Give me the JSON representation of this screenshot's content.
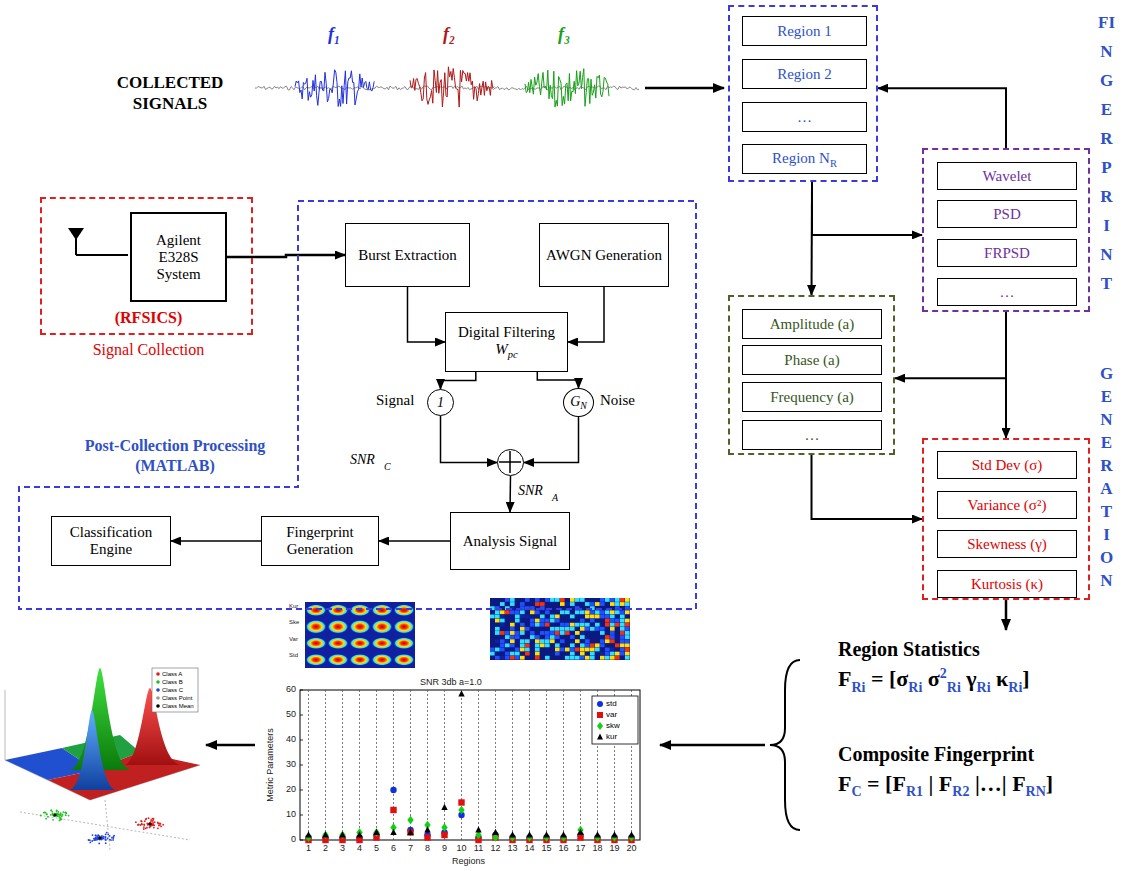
{
  "diagram": {
    "nodes": [
      {
        "text": []
      },
      {
        "text": [
          "Region 1"
        ],
        "in": 0
      },
      {
        "text": [
          "Region 2"
        ],
        "in": 0
      },
      {
        "text": [
          "…"
        ],
        "in": 0
      },
      {
        "text": [
          "Region N",
          "R"
        ],
        "in": 0
      },
      {
        "text": []
      },
      {
        "text": [
          "Wavelet"
        ],
        "in": 5
      },
      {
        "text": [
          "PSD"
        ],
        "in": 5
      },
      {
        "text": [
          "FRPSD"
        ],
        "in": 5
      },
      {
        "text": [
          "…"
        ],
        "in": 5
      },
      {
        "text": [
          "(RFSICS)",
          "Signal Collection"
        ]
      },
      {
        "text": [
          "Agilent E328S System"
        ],
        "in": 10
      },
      {
        "text": [
          "Post-Collection Processing (MATLAB)"
        ]
      },
      {
        "text": [
          "Burst Extraction"
        ],
        "in": 12
      },
      {
        "text": [
          "AWGN Generation"
        ],
        "in": 12
      },
      {
        "text": [
          "Digital Filtering",
          "W",
          "pc"
        ],
        "in": 12
      },
      {
        "text": [
          "1"
        ],
        "in": 12
      },
      {
        "text": [
          "G",
          "N"
        ],
        "in": 12
      },
      {
        "text": [],
        "in": 12
      },
      {
        "text": [
          "Analysis Signal"
        ],
        "in": 12
      },
      {
        "text": [
          "Fingerprint Generation"
        ],
        "in": 12
      },
      {
        "text": [
          "Classification Engine"
        ],
        "in": 12
      },
      {
        "text": []
      },
      {
        "text": [
          "Amplitude (a)"
        ],
        "in": 22
      },
      {
        "text": [
          "Phase (a)"
        ],
        "in": 22
      },
      {
        "text": [
          "Frequency (a)"
        ],
        "in": 22
      },
      {
        "text": [
          "…"
        ],
        "in": 22
      },
      {
        "text": []
      },
      {
        "text": [
          "Std Dev (σ)"
        ],
        "in": 27
      },
      {
        "text": [
          "Variance (σ²)"
        ],
        "in": 27
      },
      {
        "text": [
          "Skewness (γ)"
        ],
        "in": 27
      },
      {
        "text": [
          "Kurtosis (κ)"
        ],
        "in": 27
      }
    ],
    "edges": [
      {
        "from": 11,
        "to": 13,
        "arrow": "to"
      },
      {
        "from": 13,
        "to": 15,
        "arrow": "to"
      },
      {
        "from": 14,
        "to": 15,
        "arrow": "to"
      },
      {
        "from": 15,
        "to": 16,
        "arrow": "to"
      },
      {
        "from": 15,
        "to": 17,
        "arrow": "to"
      },
      {
        "from": 16,
        "to": 18,
        "arrow": "to"
      },
      {
        "from": 17,
        "to": 18,
        "arrow": "to"
      },
      {
        "from": 18,
        "to": 19,
        "arrow": "to"
      },
      {
        "from": 19,
        "to": 20,
        "arrow": "to"
      },
      {
        "from": 20,
        "to": 21,
        "arrow": "to"
      },
      {
        "from": 0,
        "to": 5,
        "arrow": "to"
      },
      {
        "from": 0,
        "to": 22,
        "arrow": "to"
      },
      {
        "from": 5,
        "to": 0,
        "arrow": "to"
      },
      {
        "from": 5,
        "to": 22,
        "arrow": "to"
      },
      {
        "from": 5,
        "to": 27,
        "arrow": "to"
      },
      {
        "from": 22,
        "to": 27,
        "arrow": "to"
      }
    ],
    "labels": [
      "COLLECTED SIGNALS",
      "f₁",
      "f₂",
      "f₃",
      "FINGERPRINT",
      "GENERATION",
      "Signal",
      "Noise",
      "SNR",
      "C",
      "SNR",
      "A",
      "Region Statistics",
      "F",
      "Ri",
      " = [",
      "σ",
      "Ri",
      " σ",
      "2",
      "Ri",
      " γ",
      "Ri",
      " κ",
      "Ri",
      "]",
      "Composite Fingerprint",
      "F",
      "C",
      " = [F",
      "R1",
      " | F",
      "R2",
      " |…| F",
      "RN",
      "]",
      "Kur",
      "Ske",
      "Var",
      "Std",
      "SNR 3db a=1.0",
      "Metric Parameters",
      "Regions",
      "0",
      "10",
      "20",
      "30",
      "40",
      "50",
      "60",
      "1",
      "2",
      "3",
      "4",
      "5",
      "6",
      "7",
      "8",
      "9",
      "10",
      "11",
      "12",
      "13",
      "14",
      "15",
      "16",
      "17",
      "18",
      "19",
      "20"
    ],
    "legend": [
      {
        "text": "std"
      },
      {
        "text": "var"
      },
      {
        "text": "skw"
      },
      {
        "text": "kur"
      },
      {
        "text": "Class A"
      },
      {
        "text": "Class B"
      },
      {
        "text": "Class C"
      },
      {
        "text": "Class Point"
      },
      {
        "text": "Class Mean"
      }
    ]
  }
}
